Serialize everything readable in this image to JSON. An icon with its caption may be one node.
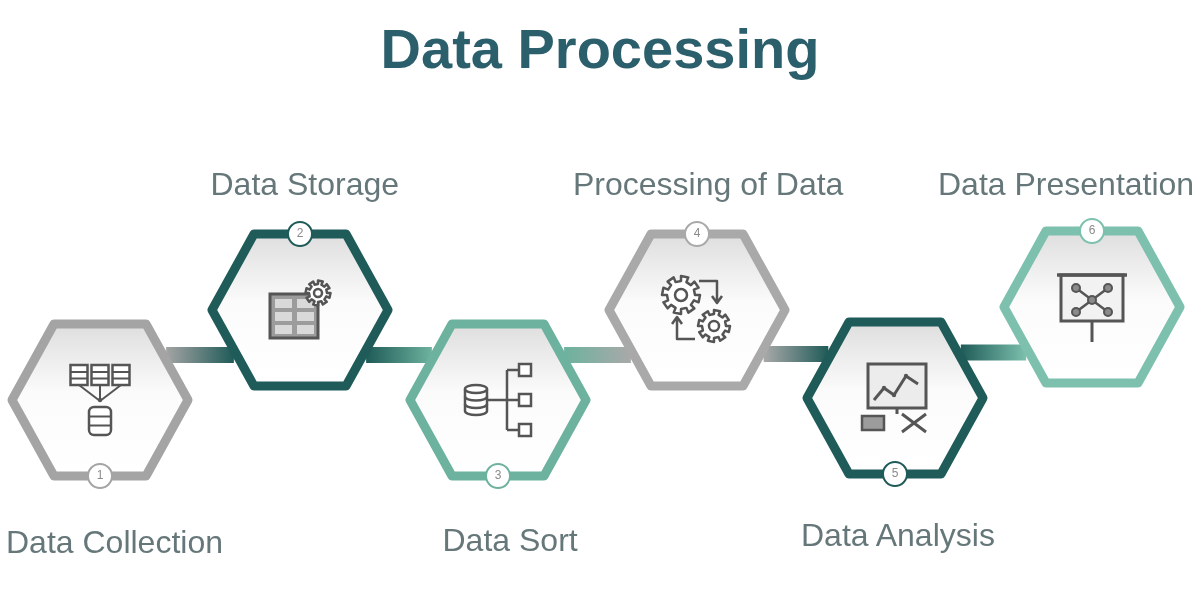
{
  "diagram": {
    "title": "Data Processing",
    "nodes": [
      {
        "text": [
          "1",
          "Data Collection"
        ]
      },
      {
        "text": [
          "Data Storage",
          "2"
        ]
      },
      {
        "text": [
          "3",
          "Data Sort"
        ]
      },
      {
        "text": [
          "Processing of Data",
          "4"
        ]
      },
      {
        "text": [
          "5",
          "Data Analysis"
        ]
      },
      {
        "text": [
          "Data Presentation",
          "6"
        ]
      }
    ],
    "edges": [
      {
        "from": 0,
        "to": 1,
        "arrow": "none",
        "style": "thick"
      },
      {
        "from": 1,
        "to": 2,
        "arrow": "none",
        "style": "thick"
      },
      {
        "from": 2,
        "to": 3,
        "arrow": "none",
        "style": "thick"
      },
      {
        "from": 3,
        "to": 4,
        "arrow": "none",
        "style": "thick"
      },
      {
        "from": 4,
        "to": 5,
        "arrow": "none",
        "style": "thick"
      }
    ]
  }
}
